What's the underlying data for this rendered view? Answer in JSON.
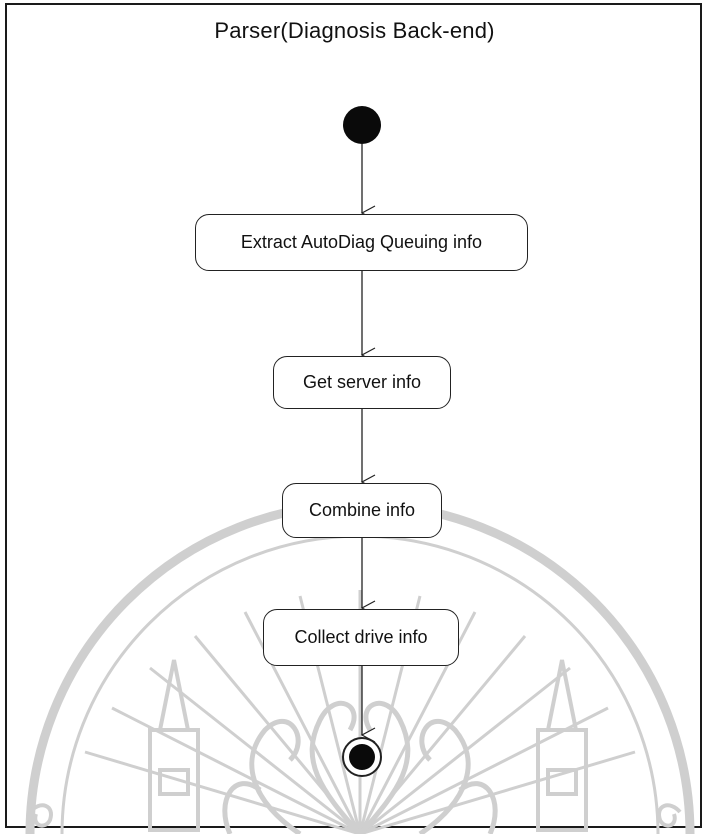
{
  "diagram": {
    "title": "Parser(Diagnosis Back-end)",
    "start_node": "initial-state",
    "end_node": "final-state",
    "actions": [
      {
        "id": "extract",
        "label": "Extract AutoDiag Queuing info"
      },
      {
        "id": "server",
        "label": "Get server info"
      },
      {
        "id": "combine",
        "label": "Combine info"
      },
      {
        "id": "collect",
        "label": "Collect drive info"
      }
    ],
    "transitions": [
      [
        "initial-state",
        "extract"
      ],
      [
        "extract",
        "server"
      ],
      [
        "server",
        "combine"
      ],
      [
        "combine",
        "collect"
      ],
      [
        "collect",
        "final-state"
      ]
    ]
  },
  "colors": {
    "line": "#222222",
    "watermark": "#c8c8c8",
    "node_fill": "#ffffff",
    "text": "#111111"
  },
  "decor": {
    "watermark": "university-seal-watermark"
  }
}
